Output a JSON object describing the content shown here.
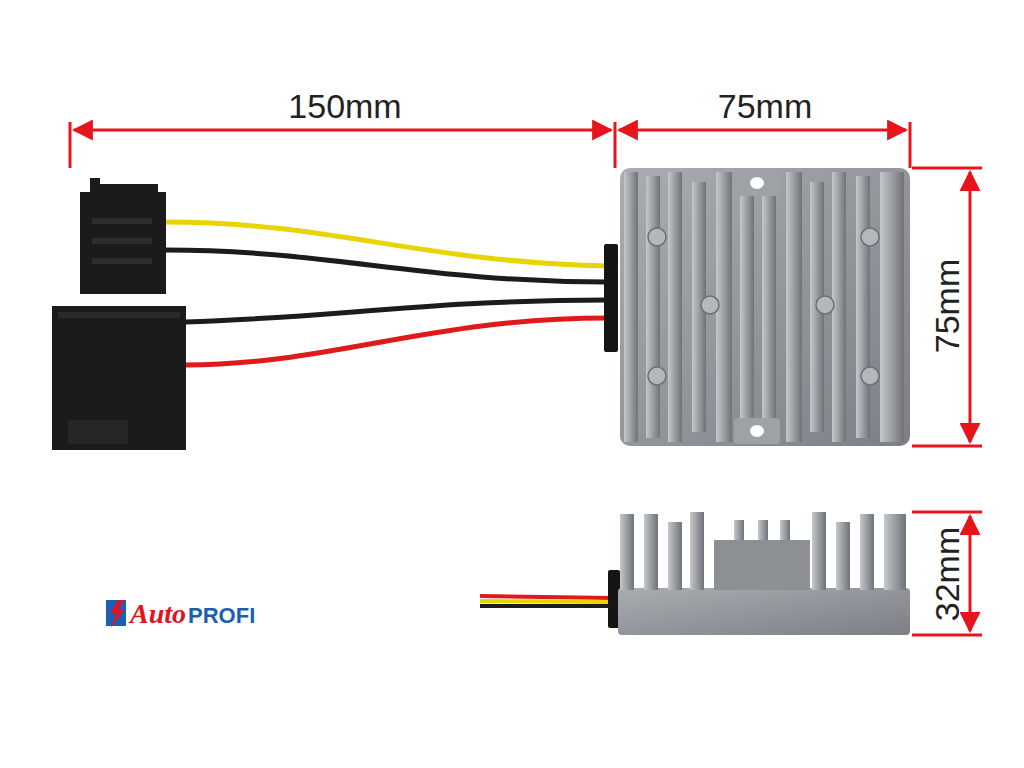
{
  "diagram": {
    "labels": [
      "150mm",
      "75mm",
      "75mm",
      "32mm",
      "Auto",
      "PROFI"
    ]
  }
}
